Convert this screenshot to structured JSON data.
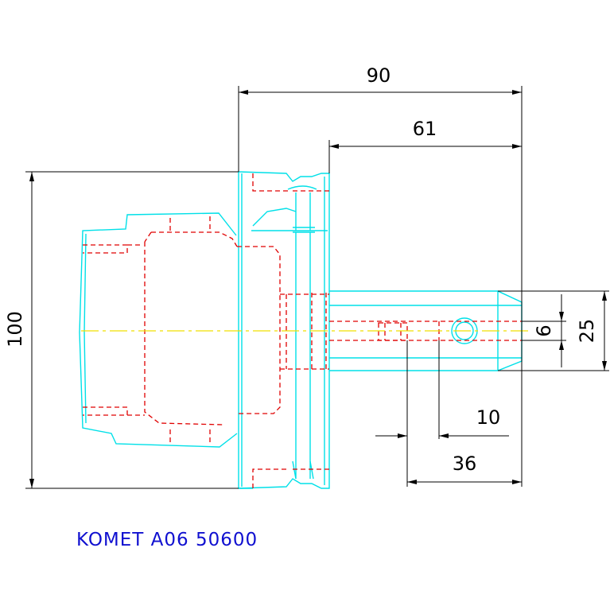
{
  "colors": {
    "outline": "#00e0e8",
    "hidden": "#e00000",
    "centerline": "#f0e000",
    "dimension": "#000000",
    "caption": "#1010d0"
  },
  "dimensions": {
    "overall_length": "90",
    "shank_length": "61",
    "height": "100",
    "pin_diameter": "6",
    "shank_diameter": "25",
    "hole_offset": "10",
    "slot_length": "36"
  },
  "caption": "KOMET A06 50600"
}
